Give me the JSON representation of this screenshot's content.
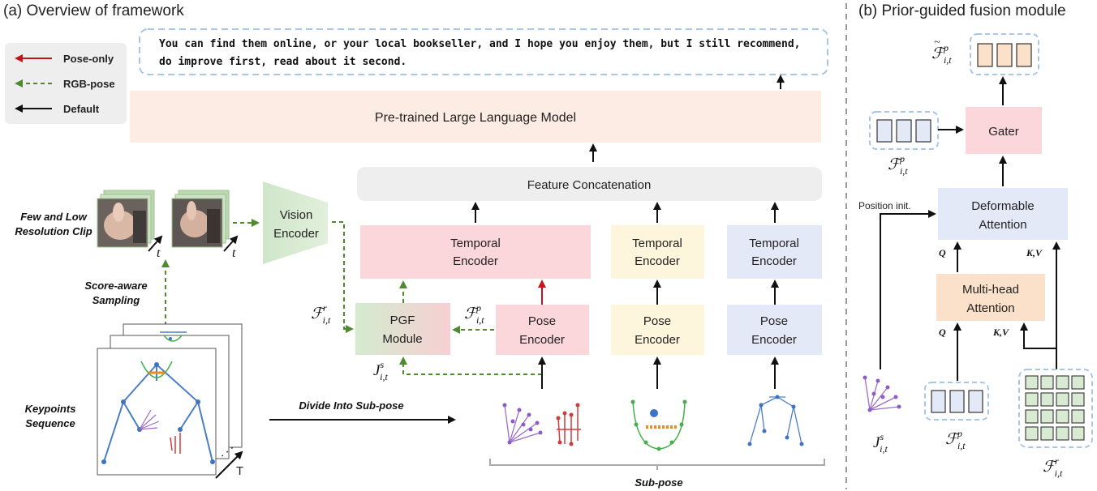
{
  "titles": {
    "left": "(a) Overview of framework",
    "right": "(b) Prior-guided fusion module"
  },
  "legend": {
    "pose_only": "Pose-only",
    "rgb_pose": "RGB-pose",
    "default": "Default"
  },
  "output_text": {
    "line1": "You can find them online, or your local bookseller, and I hope you enjoy them, but I still recommend,",
    "line2": "do improve first, read about it second."
  },
  "blocks": {
    "llm": "Pre-trained Large Language Model",
    "concat": "Feature Concatenation",
    "vision_1": "Vision",
    "vision_2": "Encoder",
    "temporal_1": "Temporal",
    "temporal_2": "Encoder",
    "pose_1": "Pose",
    "pose_2": "Encoder",
    "pgf_1": "PGF",
    "pgf_2": "Module",
    "gater": "Gater",
    "deform_1": "Deformable",
    "deform_2": "Attention",
    "mha_1": "Multi-head",
    "mha_2": "Attention"
  },
  "labels": {
    "clip_1": "Few and Low",
    "clip_2": "Resolution Clip",
    "score_1": "Score-aware",
    "score_2": "Sampling",
    "keypoints_1": "Keypoints",
    "keypoints_2": "Sequence",
    "divide": "Divide Into Sub-pose",
    "subpose": "Sub-pose",
    "position_init": "Position init.",
    "t_small": "t",
    "t_big": "T",
    "q": "Q",
    "kv": "K,V"
  },
  "math": {
    "F": "ℱ",
    "J": "J",
    "sub": "i,t",
    "sup_r": "r",
    "sup_p": "p",
    "sup_s": "s",
    "tilde": "~"
  },
  "colors": {
    "red_arrow": "#c0161c",
    "green_arrow": "#4f8a2e",
    "black_arrow": "#111111",
    "pink": "#fbd6da",
    "yellow": "#fdf5dc",
    "blue": "#e3e9f6",
    "orange": "#fbe1c9",
    "green": "#d9ead3",
    "gray": "#eeeeee",
    "llm": "#fcece3"
  }
}
